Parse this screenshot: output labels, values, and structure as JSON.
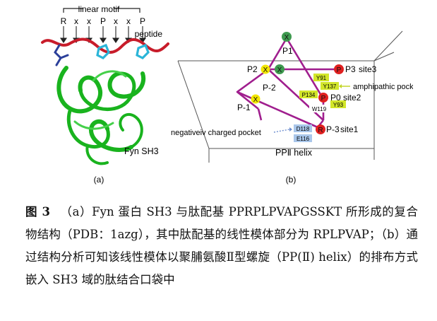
{
  "panel_a": {
    "motif_label": "linear motif",
    "motif_letters": [
      "R",
      "x",
      "x",
      "P",
      "x",
      "x",
      "P"
    ],
    "peptide_label": "peptide",
    "protein_label": "Fyn SH3",
    "panel_label": "(a)"
  },
  "panel_b": {
    "sites": [
      {
        "name": "P1",
        "letter": "X",
        "color": "#3e9a4f"
      },
      {
        "name": "P2",
        "letter": "X",
        "color": "#f2e600"
      },
      {
        "name": "P-1",
        "letter": "X",
        "color": "#f2e600"
      },
      {
        "name": "P-2",
        "letter": "",
        "color": ""
      },
      {
        "name": "P3",
        "letter": "P",
        "color": "#e02020"
      },
      {
        "name": "P0",
        "letter": "P",
        "color": "#e02020"
      },
      {
        "name": "P-3",
        "letter": "R",
        "color": "#e02020"
      }
    ],
    "site_labels": [
      "site3",
      "site2",
      "site1"
    ],
    "residues": [
      "Y91",
      "Y137",
      "P134",
      "W119",
      "Y93",
      "D118",
      "E116"
    ],
    "pocket_labels": [
      "amphipathic pocket",
      "negativeiv charged pocket"
    ],
    "helix_label": "PPⅡ helix",
    "panel_label": "(b)"
  },
  "caption": {
    "figure_number": "图 3",
    "text": "（a）Fyn 蛋白 SH3 与肽配基 PPRPLPVAPGSSKT 所形成的复合物结构（PDB：1azg），其中肽配基的线性模体部分为 RPLPVAP；（b）通过结构分析可知该线性模体以聚脯氨酸Ⅱ型螺旋（PP(Ⅱ) helix）的排布方式嵌入 SH3 域的肽结合口袋中"
  }
}
